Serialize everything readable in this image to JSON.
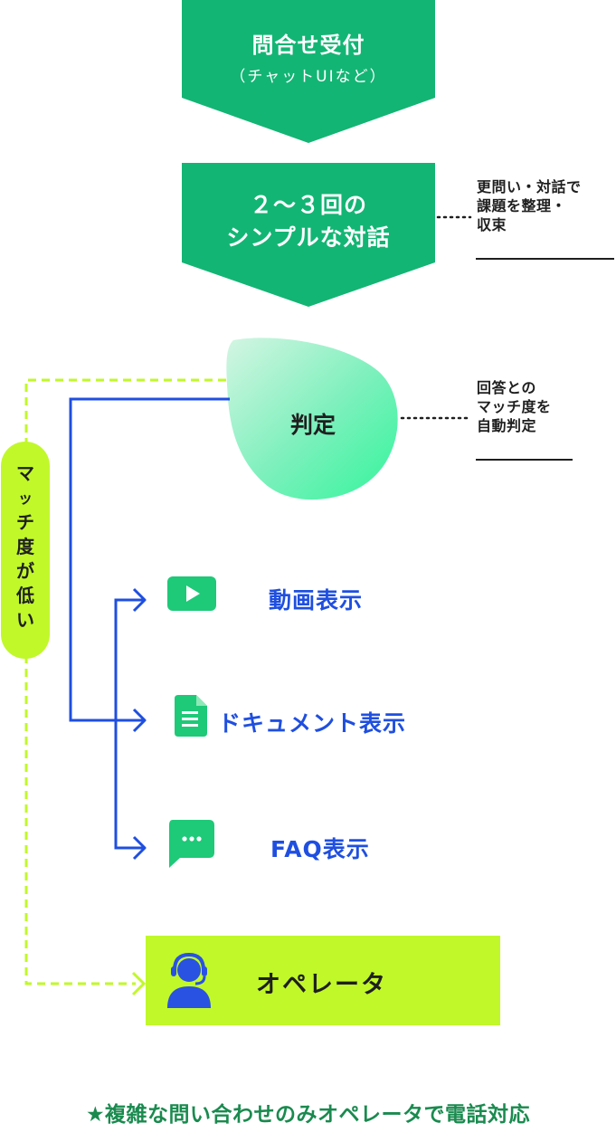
{
  "steps": {
    "inquiry": {
      "title": "問合せ受付",
      "subtitle": "（チャットUIなど）"
    },
    "dialogue": {
      "line1": "２～３回の",
      "line2": "シンプルな対話"
    },
    "judgment": {
      "label": "判定"
    }
  },
  "notes": {
    "dialogue_note": [
      "更問い・対話で",
      "課題を整理・",
      "収束"
    ],
    "judgment_note": [
      "回答との",
      "マッチ度を",
      "自動判定"
    ]
  },
  "low_match_label": [
    "マ",
    "ッ",
    "チ",
    "度",
    "が",
    "低",
    "い"
  ],
  "results": [
    {
      "label": "動画表示",
      "icon": "play-video-icon"
    },
    {
      "label": "ドキュメント表示",
      "icon": "document-icon"
    },
    {
      "label": "FAQ表示",
      "icon": "chat-bubble-icon"
    }
  ],
  "operator": {
    "label": "オペレータ",
    "icon": "headset-operator-icon"
  },
  "footer_note": "★複雑な問い合わせのみオペレータで電話対応",
  "colors": {
    "flow_green": "#13b574",
    "judgment_gradient_start": "#c8f2dc",
    "judgment_gradient_end": "#3ef59f",
    "connector_blue": "#1f4fe0",
    "low_match_lime": "#c1f82a",
    "icon_green": "#1ec978",
    "footer_green": "#1a8a4f",
    "text_dark": "#1f1f1f"
  }
}
